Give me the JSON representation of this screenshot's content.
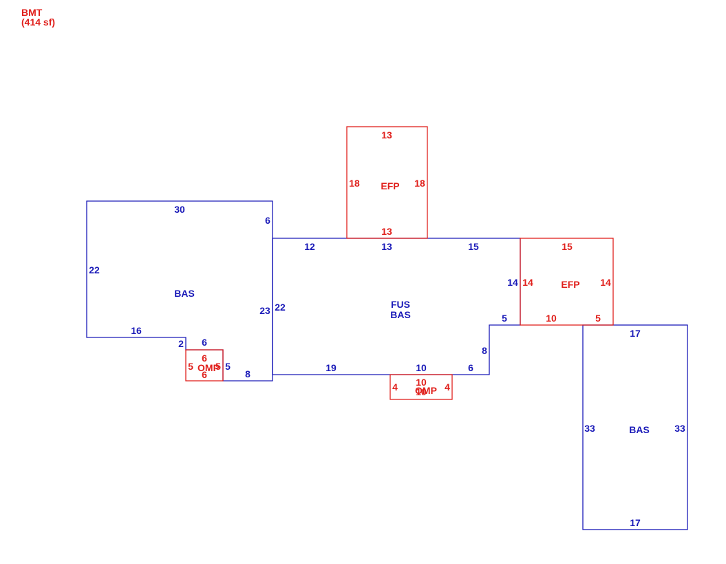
{
  "colors": {
    "living": "#1a1ab8",
    "porch": "#e0201c"
  },
  "legend": {
    "code": "BMT",
    "area": "(414 sf)"
  },
  "areas": {
    "bas_left": {
      "label": "BAS",
      "dims": {
        "top": "30",
        "right_upper": "6",
        "left": "22",
        "right_lower": "23",
        "bottom": "16",
        "notch": "2",
        "notch_top": "6",
        "bottom_right": "8",
        "right_small": "5"
      }
    },
    "fus_center": {
      "label_line1": "FUS",
      "label_line2": "BAS",
      "dims": {
        "top_left": "12",
        "top_mid": "13",
        "top_right": "15",
        "right": "14",
        "left": "22",
        "step": "5",
        "step_vertical": "8",
        "bottom_left": "19",
        "bottom_mid": "10",
        "bottom_right": "6"
      }
    },
    "efp_top": {
      "label": "EFP",
      "dims": {
        "top": "13",
        "left": "18",
        "right": "18",
        "bottom": "13"
      }
    },
    "efp_right": {
      "label": "EFP",
      "dims": {
        "top": "15",
        "left": "14",
        "right": "14",
        "bottom": "10",
        "bottom_right": "5"
      }
    },
    "bas_right": {
      "label": "BAS",
      "dims": {
        "top": "17",
        "left": "33",
        "right": "33",
        "bottom": "17"
      }
    },
    "omp_left": {
      "label": "OMP",
      "dims": {
        "top": "6",
        "left": "5",
        "right": "5",
        "bottom": "6"
      }
    },
    "omp_center": {
      "label": "OMP",
      "dims": {
        "top": "10",
        "left": "4",
        "right": "4",
        "bottom": "10"
      }
    }
  }
}
